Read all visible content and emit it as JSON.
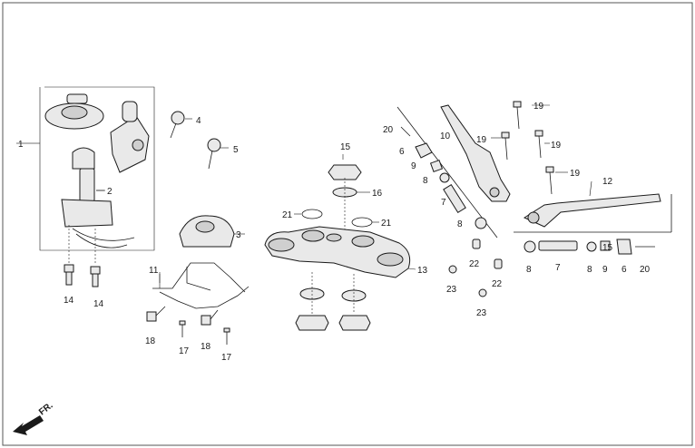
{
  "diagram": {
    "callouts": {
      "c1": "1",
      "c2": "2",
      "c3": "3",
      "c4": "4",
      "c5": "5",
      "c6a": "6",
      "c6b": "6",
      "c7a": "7",
      "c7b": "7",
      "c8a": "8",
      "c8b": "8",
      "c8c": "8",
      "c8d": "8",
      "c9a": "9",
      "c9b": "9",
      "c10": "10",
      "c11": "11",
      "c12": "12",
      "c13": "13",
      "c14a": "14",
      "c14b": "14",
      "c15a": "15",
      "c15b": "15",
      "c16": "16",
      "c17a": "17",
      "c17b": "17",
      "c18a": "18",
      "c18b": "18",
      "c19a": "19",
      "c19b": "19",
      "c19c": "19",
      "c19d": "19",
      "c20a": "20",
      "c20b": "20",
      "c21a": "21",
      "c21b": "21",
      "c22a": "22",
      "c22b": "22",
      "c23a": "23",
      "c23b": "23"
    },
    "direction_label": "FR."
  },
  "colors": {
    "stroke": "#1a1a1a",
    "fill": "#e9e9e9",
    "border": "#555555"
  }
}
